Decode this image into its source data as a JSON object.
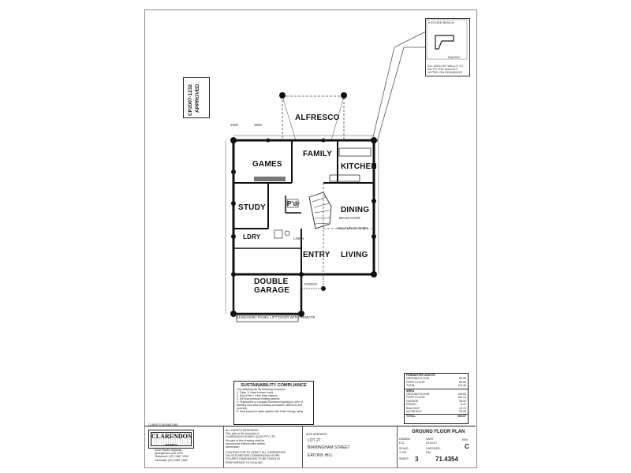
{
  "stamp": {
    "line1": "CP2007-1232",
    "line2": "APPROVED"
  },
  "rooms": {
    "alfresco": "ALFRESCO",
    "family": "FAMILY",
    "kitchen": "KITCHEN",
    "games": "GAMES",
    "study": "STUDY",
    "pdr": "P'dr",
    "dining": "DINING",
    "entry": "ENTRY",
    "living": "LIVING",
    "double_garage": "DOUBLE",
    "garage_word": "GARAGE",
    "ldry": "LDRY",
    "pantry": "PANTRY",
    "kitchen_bench": "KITCHEN BENCH"
  },
  "notes": {
    "dim_a": "2800",
    "dim_b": "2800",
    "inset_note": "ALL ANGLED WALLS TO BE TO THE ANGLES NOTED ON DRAWINGS",
    "linen": "LINEN",
    "porch": "PORCH",
    "bulkhead": "BULKHEAD OVER",
    "beam": "BEAM OVER",
    "garage_door": "5100x2400H PANEL LIFT DOOR WITH REMOTE"
  },
  "sustainability": {
    "title": "SUSTAINABILITY COMPLIANCE",
    "intro": "This dwelling has the following inclusions:",
    "items": [
      "1. Triple 'A' rated shower roses",
      "2. Dual 6 litre / 3 litre flush cisterns",
      "3. 900 flow pressure limiting devices",
      "4. Fluorescent or compact fluorescent lighting to 40% of",
      "   dwelling floor area (excluding verandahs, alfrescos and",
      "   porches)",
      "5. Heat pump hot water system with 5 star energy rating"
    ]
  },
  "areas": {
    "perimeter_title": "PERIMETER LENGTH",
    "perimeter_rows": [
      {
        "label": "GROUND FLOOR",
        "value": "60.96"
      },
      {
        "label": "FIRST FLOOR",
        "value": "58.50"
      },
      {
        "label": "TOTAL",
        "value": "119.46"
      }
    ],
    "area_title": "AREA",
    "area_rows": [
      {
        "label": "GROUND FLOOR",
        "value": "135.63"
      },
      {
        "label": "FIRST FLOOR",
        "value": "152.74"
      },
      {
        "label": "GARAGE",
        "value": "38.52"
      },
      {
        "label": "PORCH",
        "value": "6.47"
      },
      {
        "label": "BALCONY",
        "value": "12.74"
      },
      {
        "label": "ALFRESCO",
        "value": "20.00"
      }
    ],
    "total_label": "TOTAL",
    "total_value": "365.87"
  },
  "titleblock": {
    "brand": "CLARENDON",
    "brand_sub": "HOMES",
    "address_lines": [
      "2440 Pacific Highway",
      "Springwood QLD 4127",
      "Telephone: (07) 3387 1300",
      "Facsimile: (07) 3387 1399"
    ],
    "copyright_lines": [
      "ALL RIGHTS RESERVED",
      "This plan is the property of",
      "CLARENDON HOMES (QLD) PTY LTD",
      "No part of this drawing shall be",
      "reproduced without prior written",
      "permission"
    ],
    "verify_lines": [
      "CONTRACTOR TO VERIFY ALL DIMENSIONS",
      "ON SITE BEFORE COMMENCING WORK",
      "FIGURED DIMENSIONS TO BE TAKEN IN",
      "PREFERENCE TO SCALING"
    ],
    "client_sig": "CLIENT'S SIGNATURE",
    "site_address_label": "SITE ADDRESS:",
    "lot": "LOT 27",
    "street": "BIRMINGHAM STREET",
    "suburb": "EATONS HILL",
    "plan_title": "GROUND FLOOR PLAN",
    "drawn_label": "DRAWN:",
    "drawn": "E.G.",
    "date_label": "DATE:",
    "date": "20.04.07",
    "scale_label": "SCALE:",
    "scale": "1:100",
    "checked_label": "CHECKED:",
    "checked": "P.M.",
    "sheet_label": "SHEET:",
    "sheet": "3",
    "job_number": "71.4354",
    "revision_label": "REV:",
    "revision": "C"
  }
}
